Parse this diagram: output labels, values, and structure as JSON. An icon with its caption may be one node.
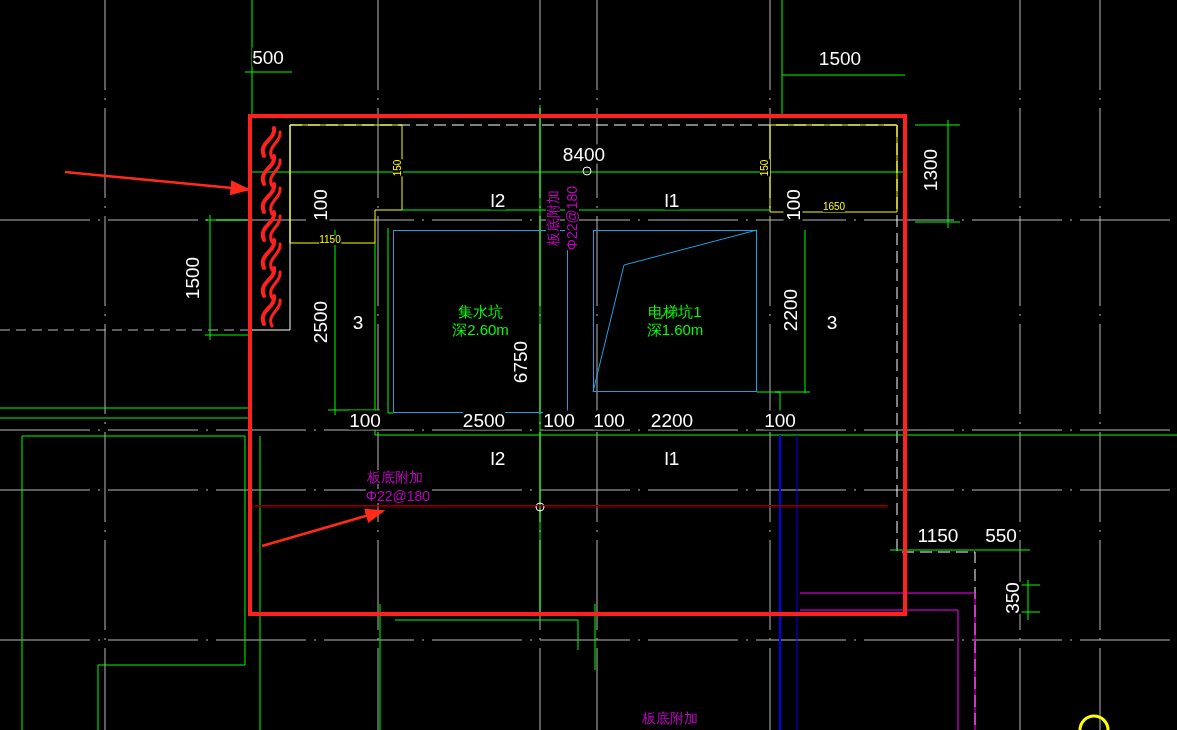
{
  "diagram": {
    "nodes": [
      {
        "text": [],
        "shape": "hatch"
      },
      {
        "text": [
          "集水坑",
          "深2.60m"
        ]
      },
      {
        "text": [
          "电梯坑1",
          "深1.60m"
        ]
      },
      {
        "text": [],
        "shape": "line"
      }
    ],
    "edges": [
      {
        "from": null,
        "to": 0,
        "arrow": "to",
        "color": "#ff2a1a"
      },
      {
        "from": null,
        "to": 3,
        "arrow": "to",
        "color": "#ff2a1a"
      }
    ],
    "labels": [
      "500",
      "1500",
      "8400",
      "1300",
      "100",
      "150",
      "l2",
      "l1",
      "150",
      "100",
      "1650",
      "1150",
      "1500",
      "2500",
      "3",
      "板底附加",
      "Φ22@180",
      "6750",
      "2200",
      "3",
      "100",
      "2500",
      "100",
      "100",
      "2200",
      "100",
      "l2",
      "l1",
      "板底附加",
      "Φ22@180",
      "1150",
      "550",
      "350",
      "板底附加"
    ]
  }
}
